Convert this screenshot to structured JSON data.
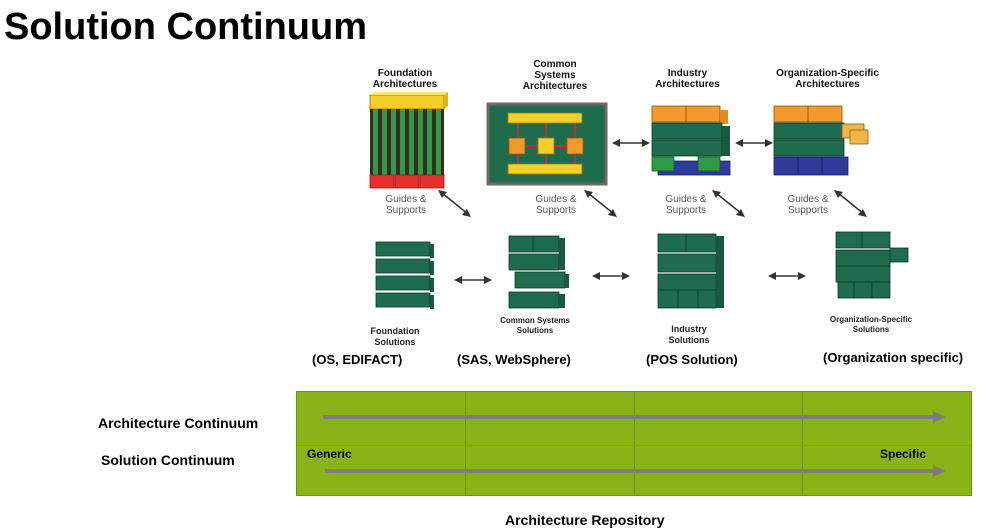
{
  "title": "Solution Continuum",
  "architectures": [
    {
      "label_line1": "Foundation",
      "label_line2": "Architectures",
      "support": [
        "Guides &",
        "Supports"
      ]
    },
    {
      "label_line1": "Common",
      "label_line2": "Systems",
      "label_line3": "Architectures",
      "support": [
        "Guides &",
        "Supports"
      ]
    },
    {
      "label_line1": "Industry",
      "label_line2": "Architectures",
      "support": [
        "Guides &",
        "Supports"
      ]
    },
    {
      "label_line1": "Organization-Specific",
      "label_line2": "Architectures",
      "support": [
        "Guides &",
        "Supports"
      ]
    }
  ],
  "solutions": [
    {
      "label_line1": "Foundation",
      "label_line2": "Solutions",
      "example": "(OS, EDIFACT)"
    },
    {
      "label_line1": "Common Systems",
      "label_line2": "Solutions",
      "example": "(SAS, WebSphere)"
    },
    {
      "label_line1": "Industry",
      "label_line2": "Solutions",
      "example": "(POS Solution)"
    },
    {
      "label_line1": "Organization-Specific",
      "label_line2": "Solutions",
      "example": "(Organization specific)"
    }
  ],
  "continuum": {
    "architecture_label": "Architecture  Continuum",
    "solution_label": "Solution Continuum",
    "generic_label": "Generic",
    "specific_label": "Specific",
    "repository_label": "Architecture Repository"
  },
  "colors": {
    "block_green": "#1f6b4e",
    "block_orange": "#f39a2c",
    "block_yellow": "#f7cf2a",
    "block_blue": "#2e3a9c",
    "block_red": "#e8302a",
    "repository_green": "#8ab318",
    "arrow_gray": "#7d7d7d"
  }
}
